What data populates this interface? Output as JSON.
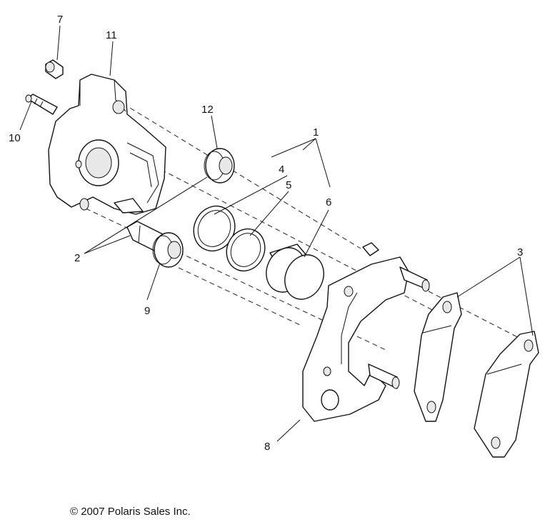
{
  "callouts": {
    "c1": "1",
    "c2": "2",
    "c3": "3",
    "c4": "4",
    "c5": "5",
    "c6": "6",
    "c7": "7",
    "c8": "8",
    "c9": "9",
    "c10": "10",
    "c11": "11",
    "c12": "12"
  },
  "copyright": "© 2007 Polaris Sales Inc."
}
